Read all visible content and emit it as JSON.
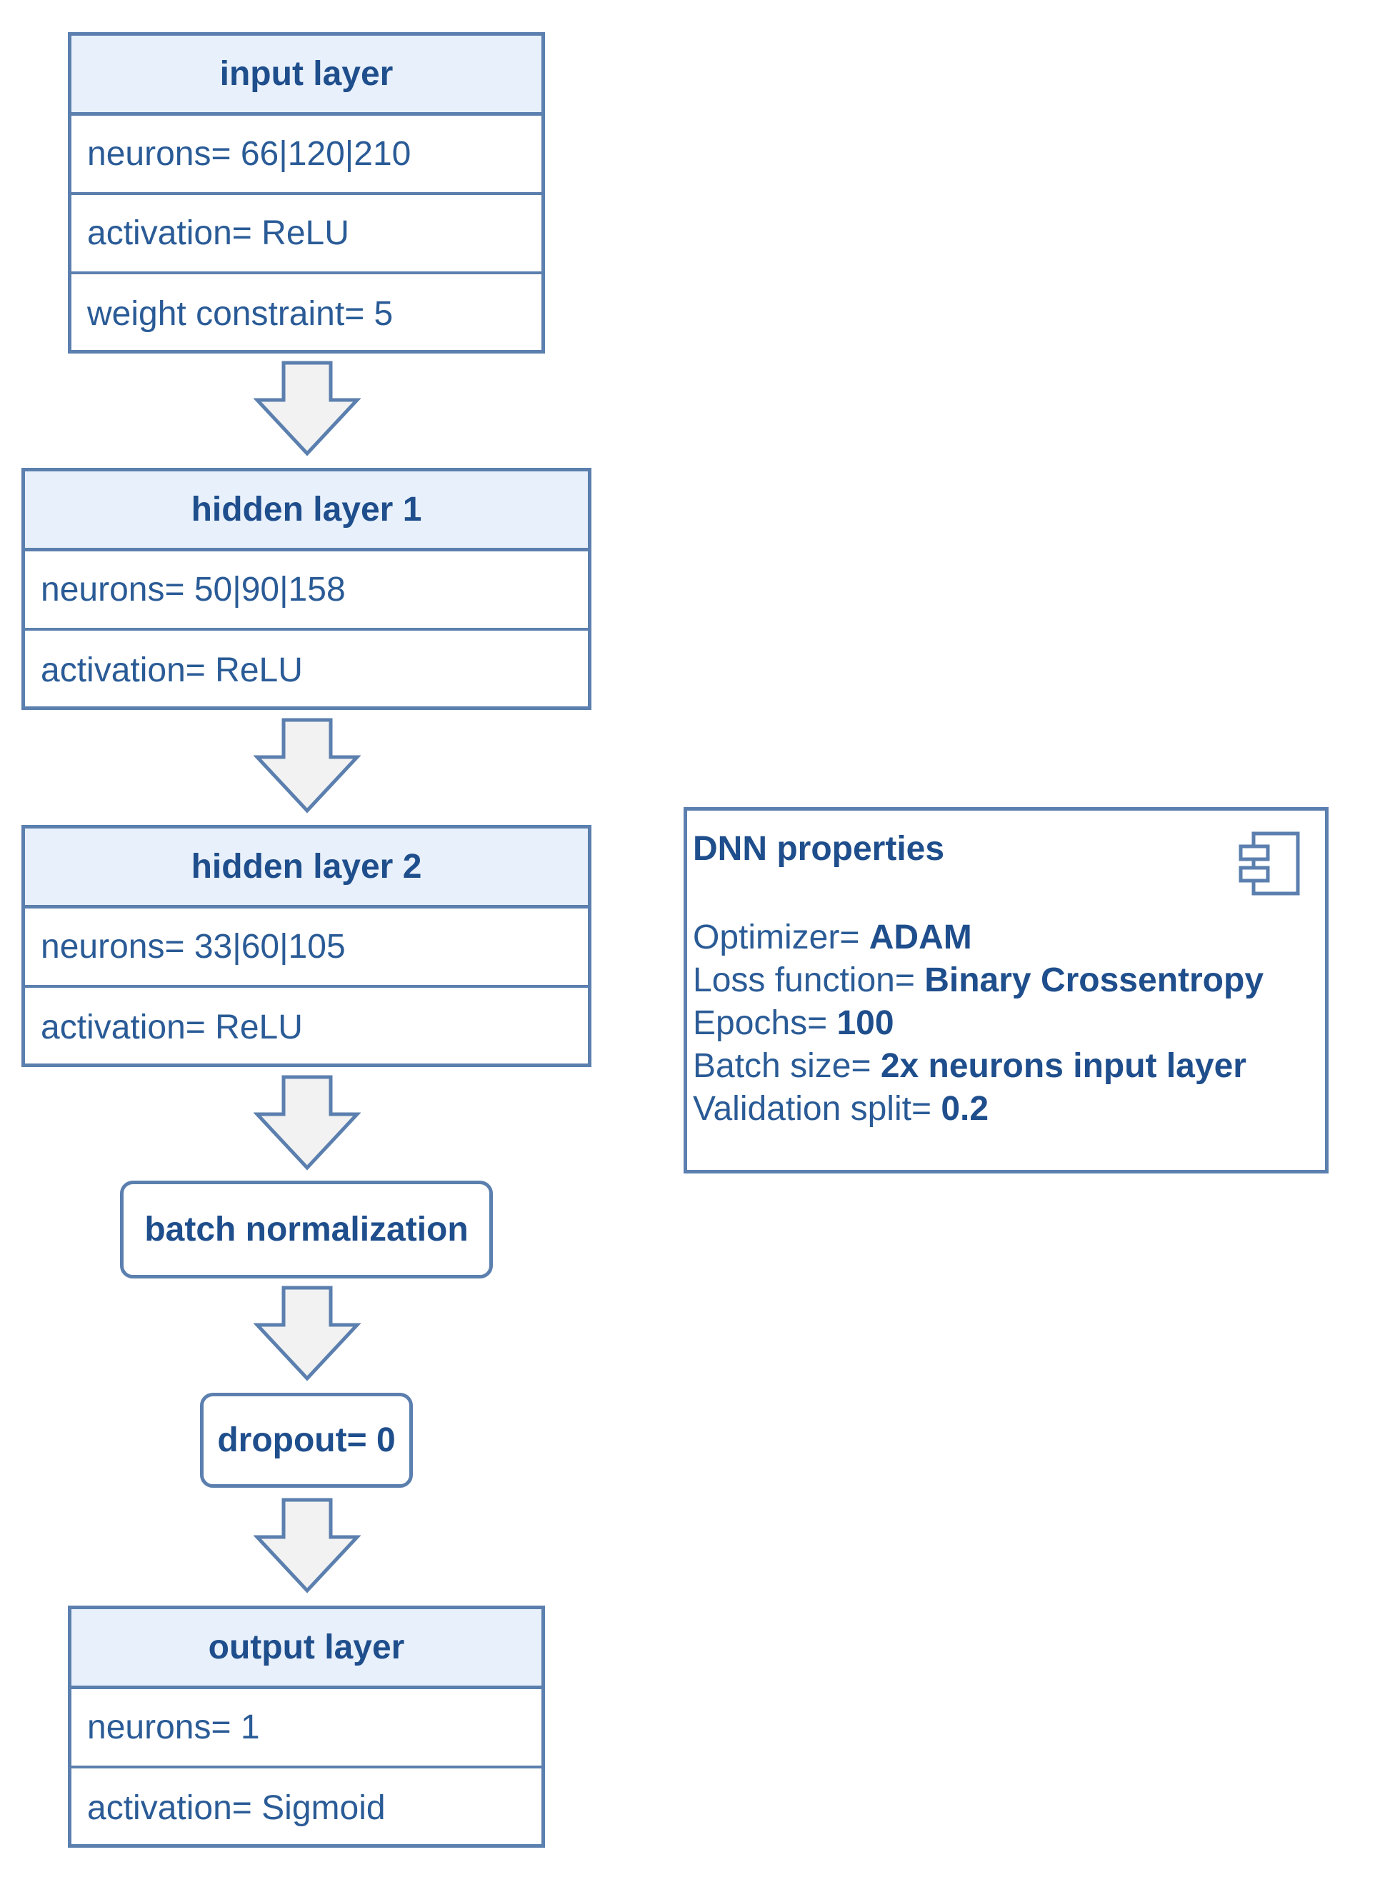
{
  "input_layer": {
    "title": "input layer",
    "rows": [
      "neurons= 66|120|210",
      "activation= ReLU",
      "weight constraint= 5"
    ]
  },
  "hidden_layer_1": {
    "title": "hidden layer 1",
    "rows": [
      "neurons= 50|90|158",
      "activation= ReLU"
    ]
  },
  "hidden_layer_2": {
    "title": "hidden layer 2",
    "rows": [
      "neurons= 33|60|105",
      "activation= ReLU"
    ]
  },
  "batch_normalization": {
    "label": "batch normalization"
  },
  "dropout": {
    "label": "dropout= 0"
  },
  "output_layer": {
    "title": "output layer",
    "rows": [
      "neurons= 1",
      "activation= Sigmoid"
    ]
  },
  "dnn_properties": {
    "title": "DNN properties",
    "icon": "component-icon",
    "items": [
      {
        "key": "Optimizer= ",
        "value": "ADAM"
      },
      {
        "key": "Loss function= ",
        "value": "Binary Crossentropy"
      },
      {
        "key": "Epochs= ",
        "value": "100"
      },
      {
        "key": "Batch size= ",
        "value": "2x neurons input layer"
      },
      {
        "key": "Validation split= ",
        "value": "0.2"
      }
    ]
  },
  "colors": {
    "border": "#5b7fae",
    "header_fill": "#e8f0fb",
    "text": "#1f4e8c",
    "arrow_fill": "#f2f2f2"
  }
}
